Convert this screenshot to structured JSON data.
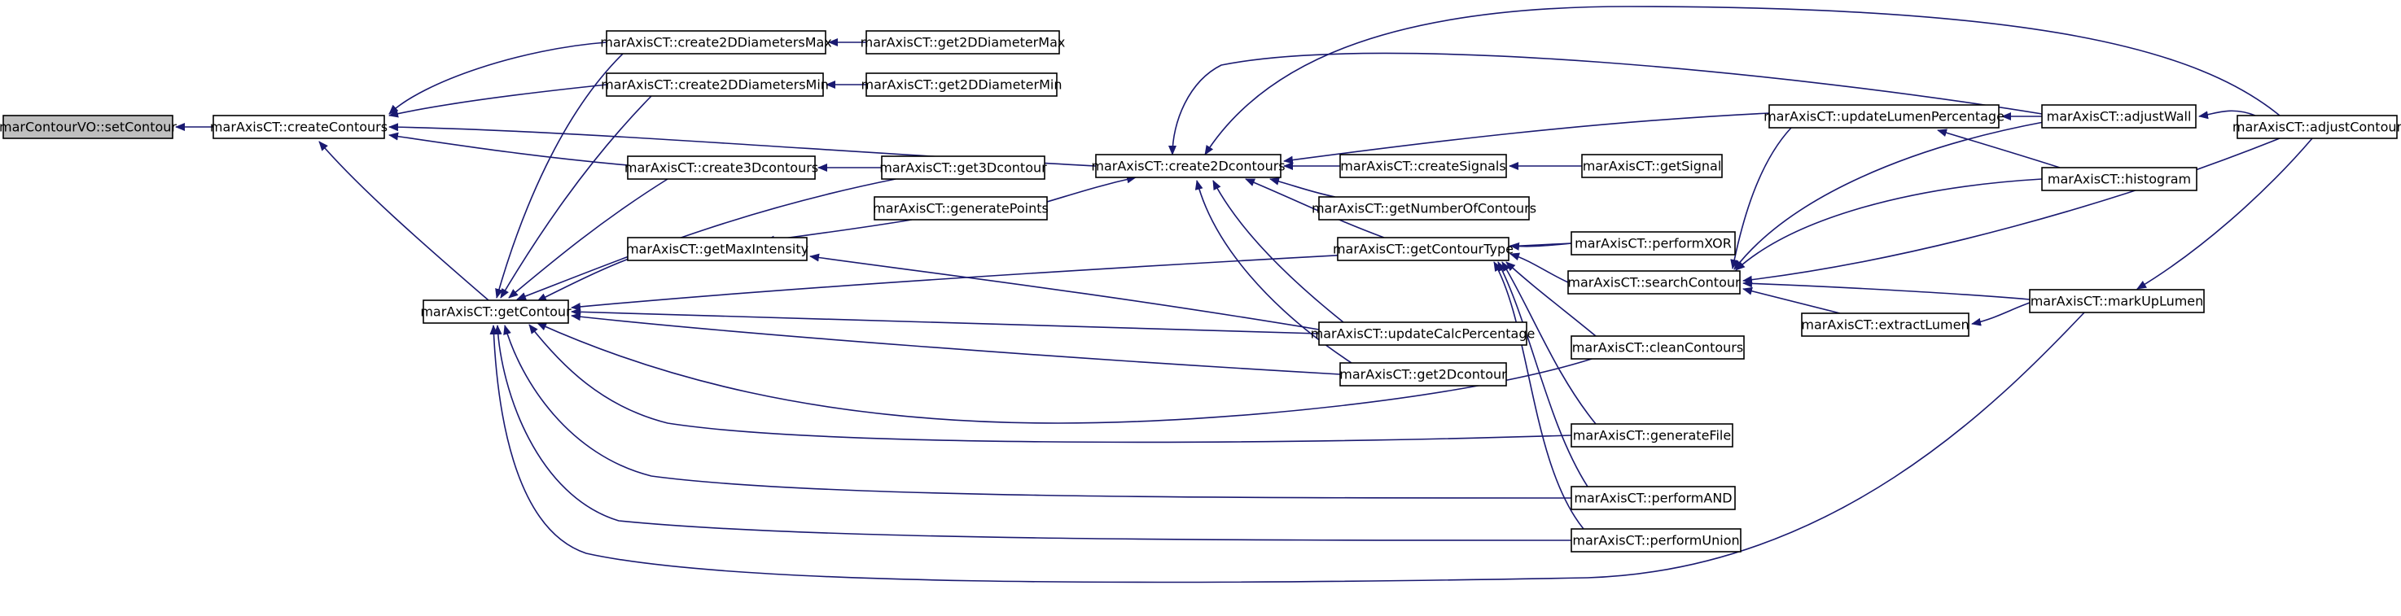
{
  "diagram": {
    "type": "call-graph",
    "colors": {
      "edge": "#191970",
      "node_fill": "#ffffff",
      "root_fill": "#bfbfbf",
      "node_border": "#000000"
    },
    "nodes": [
      {
        "id": "setContour",
        "label": "marContourVO::setContour",
        "root": true
      },
      {
        "id": "createContours",
        "label": "marAxisCT::createContours"
      },
      {
        "id": "create2DDiametersMax",
        "label": "marAxisCT::create2DDiametersMax"
      },
      {
        "id": "get2DDiameterMax",
        "label": "marAxisCT::get2DDiameterMax"
      },
      {
        "id": "create2DDiametersMin",
        "label": "marAxisCT::create2DDiametersMin"
      },
      {
        "id": "get2DDiameterMin",
        "label": "marAxisCT::get2DDiameterMin"
      },
      {
        "id": "create3Dcontours",
        "label": "marAxisCT::create3Dcontours"
      },
      {
        "id": "get3Dcontour",
        "label": "marAxisCT::get3Dcontour"
      },
      {
        "id": "generatePoints",
        "label": "marAxisCT::generatePoints"
      },
      {
        "id": "getMaxIntensity",
        "label": "marAxisCT::getMaxIntensity"
      },
      {
        "id": "getContour",
        "label": "marAxisCT::getContour"
      },
      {
        "id": "create2Dcontours",
        "label": "marAxisCT::create2Dcontours"
      },
      {
        "id": "createSignals",
        "label": "marAxisCT::createSignals"
      },
      {
        "id": "getSignal",
        "label": "marAxisCT::getSignal"
      },
      {
        "id": "getNumberOfContours",
        "label": "marAxisCT::getNumberOfContours"
      },
      {
        "id": "getContourType",
        "label": "marAxisCT::getContourType"
      },
      {
        "id": "updateCalcPercentage",
        "label": "marAxisCT::updateCalcPercentage"
      },
      {
        "id": "get2Dcontour",
        "label": "marAxisCT::get2Dcontour"
      },
      {
        "id": "updateLumenPercentage",
        "label": "marAxisCT::updateLumenPercentage"
      },
      {
        "id": "adjustWall",
        "label": "marAxisCT::adjustWall"
      },
      {
        "id": "histogram",
        "label": "marAxisCT::histogram"
      },
      {
        "id": "adjustContour",
        "label": "marAxisCT::adjustContour"
      },
      {
        "id": "performXOR",
        "label": "marAxisCT::performXOR"
      },
      {
        "id": "searchContour",
        "label": "marAxisCT::searchContour"
      },
      {
        "id": "extractLumen",
        "label": "marAxisCT::extractLumen"
      },
      {
        "id": "markUpLumen",
        "label": "marAxisCT::markUpLumen"
      },
      {
        "id": "cleanContours",
        "label": "marAxisCT::cleanContours"
      },
      {
        "id": "generateFile",
        "label": "marAxisCT::generateFile"
      },
      {
        "id": "performAND",
        "label": "marAxisCT::performAND"
      },
      {
        "id": "performUnion",
        "label": "marAxisCT::performUnion"
      }
    ],
    "edges": [
      {
        "from": "createContours",
        "to": "setContour"
      },
      {
        "from": "create2DDiametersMax",
        "to": "createContours"
      },
      {
        "from": "create2DDiametersMin",
        "to": "createContours"
      },
      {
        "from": "create3Dcontours",
        "to": "createContours"
      },
      {
        "from": "getContour",
        "to": "createContours"
      },
      {
        "from": "create2Dcontours",
        "to": "createContours"
      },
      {
        "from": "get2DDiameterMax",
        "to": "create2DDiametersMax"
      },
      {
        "from": "get2DDiameterMin",
        "to": "create2DDiametersMin"
      },
      {
        "from": "get3Dcontour",
        "to": "create3Dcontours"
      },
      {
        "from": "generatePoints",
        "to": "getMaxIntensity"
      },
      {
        "from": "updateCalcPercentage",
        "to": "getMaxIntensity"
      },
      {
        "from": "create2DDiametersMax",
        "to": "getContour"
      },
      {
        "from": "create2DDiametersMin",
        "to": "getContour"
      },
      {
        "from": "create3Dcontours",
        "to": "getContour"
      },
      {
        "from": "get3Dcontour",
        "to": "getContour"
      },
      {
        "from": "getMaxIntensity",
        "to": "getContour"
      },
      {
        "from": "performXOR",
        "to": "getContour"
      },
      {
        "from": "updateCalcPercentage",
        "to": "getContour"
      },
      {
        "from": "get2Dcontour",
        "to": "getContour"
      },
      {
        "from": "cleanContours",
        "to": "getContour"
      },
      {
        "from": "generateFile",
        "to": "getContour"
      },
      {
        "from": "performAND",
        "to": "getContour"
      },
      {
        "from": "performUnion",
        "to": "getContour"
      },
      {
        "from": "markUpLumen",
        "to": "getContour"
      },
      {
        "from": "generatePoints",
        "to": "create2Dcontours"
      },
      {
        "from": "createSignals",
        "to": "create2Dcontours"
      },
      {
        "from": "getNumberOfContours",
        "to": "create2Dcontours"
      },
      {
        "from": "getContourType",
        "to": "create2Dcontours"
      },
      {
        "from": "updateCalcPercentage",
        "to": "create2Dcontours"
      },
      {
        "from": "get2Dcontour",
        "to": "create2Dcontours"
      },
      {
        "from": "updateLumenPercentage",
        "to": "create2Dcontours"
      },
      {
        "from": "adjustWall",
        "to": "create2Dcontours"
      },
      {
        "from": "adjustContour",
        "to": "create2Dcontours"
      },
      {
        "from": "getSignal",
        "to": "createSignals"
      },
      {
        "from": "performXOR",
        "to": "getContourType"
      },
      {
        "from": "searchContour",
        "to": "getContourType"
      },
      {
        "from": "cleanContours",
        "to": "getContourType"
      },
      {
        "from": "generateFile",
        "to": "getContourType"
      },
      {
        "from": "performAND",
        "to": "getContourType"
      },
      {
        "from": "performUnion",
        "to": "getContourType"
      },
      {
        "from": "adjustWall",
        "to": "updateLumenPercentage"
      },
      {
        "from": "histogram",
        "to": "updateLumenPercentage"
      },
      {
        "from": "adjustContour",
        "to": "adjustWall"
      },
      {
        "from": "updateLumenPercentage",
        "to": "searchContour"
      },
      {
        "from": "adjustWall",
        "to": "searchContour"
      },
      {
        "from": "histogram",
        "to": "searchContour"
      },
      {
        "from": "adjustContour",
        "to": "searchContour"
      },
      {
        "from": "extractLumen",
        "to": "searchContour"
      },
      {
        "from": "markUpLumen",
        "to": "searchContour"
      },
      {
        "from": "markUpLumen",
        "to": "extractLumen"
      },
      {
        "from": "adjustContour",
        "to": "markUpLumen"
      }
    ]
  }
}
